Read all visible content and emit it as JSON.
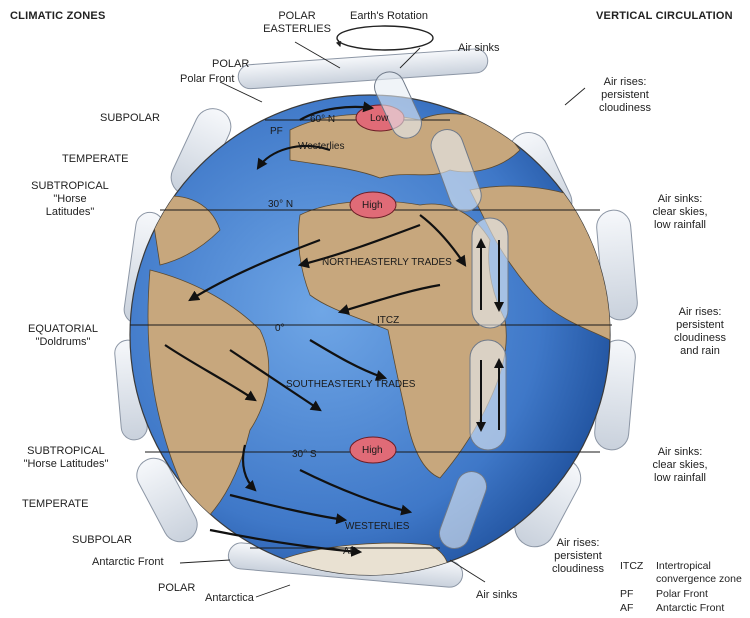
{
  "headers": {
    "left": "CLIMATIC ZONES",
    "right": "VERTICAL CIRCULATION"
  },
  "top": {
    "rotation": "Earth's Rotation",
    "polar_easterlies": "POLAR\nEASTERLIES",
    "air_sinks_top": "Air sinks"
  },
  "zones_left": {
    "polar_n": "POLAR",
    "polar_front": "Polar Front",
    "subpolar_n": "SUBPOLAR",
    "temperate_n": "TEMPERATE",
    "subtropical_n": "SUBTROPICAL\n\"Horse\nLatitudes\"",
    "equatorial": "EQUATORIAL\n\"Doldrums\"",
    "subtropical_s": "SUBTROPICAL\n\"Horse Latitudes\"",
    "temperate_s": "TEMPERATE",
    "subpolar_s": "SUBPOLAR",
    "antarctic_front": "Antarctic Front",
    "polar_s": "POLAR",
    "antarctica": "Antarctica"
  },
  "vertical": {
    "rises_1": "Air rises:\npersistent\ncloudiness",
    "sinks_1": "Air sinks:\nclear skies,\nlow rainfall",
    "rises_2": "Air rises:\npersistent\ncloudiness\nand rain",
    "sinks_2": "Air sinks:\nclear skies,\nlow rainfall",
    "rises_3": "Air rises:\npersistent\ncloudiness",
    "sinks_bottom": "Air sinks"
  },
  "map": {
    "low": "Low",
    "high_n": "High",
    "high_s": "High",
    "lat_60n": "60° N",
    "pf": "PF",
    "westerlies_n": "Westerlies",
    "lat_30n": "30° N",
    "ne_trades": "NORTHEASTERLY TRADES",
    "itcz": "ITCZ",
    "lat_0": "0°",
    "se_trades": "SOUTHEASTERLY TRADES",
    "lat_30s": "30° S",
    "westerlies_s": "WESTERLIES",
    "af": "AF"
  },
  "legend": [
    {
      "abbr": "ITCZ",
      "text": "Intertropical\nconvergence zone"
    },
    {
      "abbr": "PF",
      "text": "Polar Front"
    },
    {
      "abbr": "AF",
      "text": "Antarctic Front"
    }
  ],
  "colors": {
    "ocean": "#3f78c8",
    "land": "#c7a77d",
    "pressure": "#e06b77",
    "cell": "#e4e8ef"
  }
}
